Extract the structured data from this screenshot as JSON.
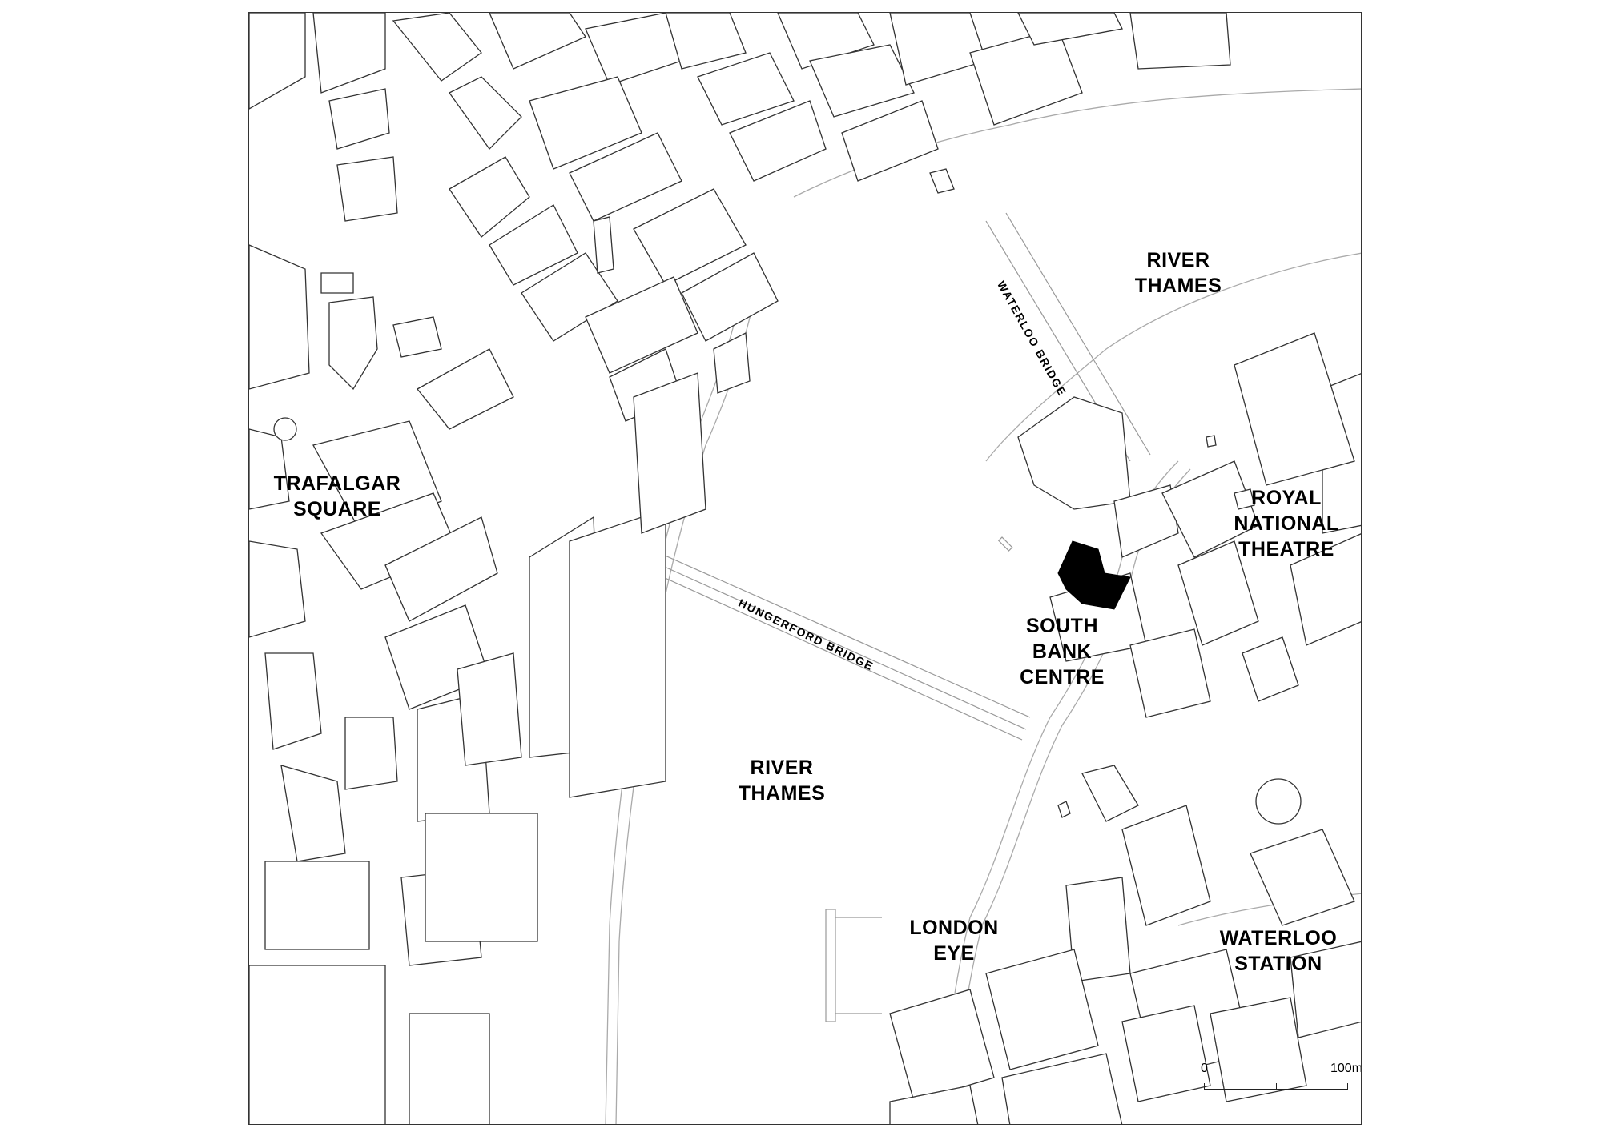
{
  "map": {
    "places": {
      "trafalgar_square": "TRAFALGAR\nSQUARE",
      "river_thames_north": "RIVER\nTHAMES",
      "river_thames_south": "RIVER\nTHAMES",
      "royal_national_theatre": "ROYAL\nNATIONAL\nTHEATRE",
      "south_bank_centre": "SOUTH\nBANK\nCENTRE",
      "london_eye": "LONDON\nEYE",
      "waterloo_station": "WATERLOO\nSTATION"
    },
    "bridges": {
      "waterloo_bridge": "WATERLOO BRIDGE",
      "hungerford_bridge": "HUNGERFORD BRIDGE"
    },
    "scale": {
      "start": "0",
      "end": "100m"
    },
    "highlight_color": "#000000",
    "line_color": "#333333",
    "river_color": "#aaaaaa"
  }
}
